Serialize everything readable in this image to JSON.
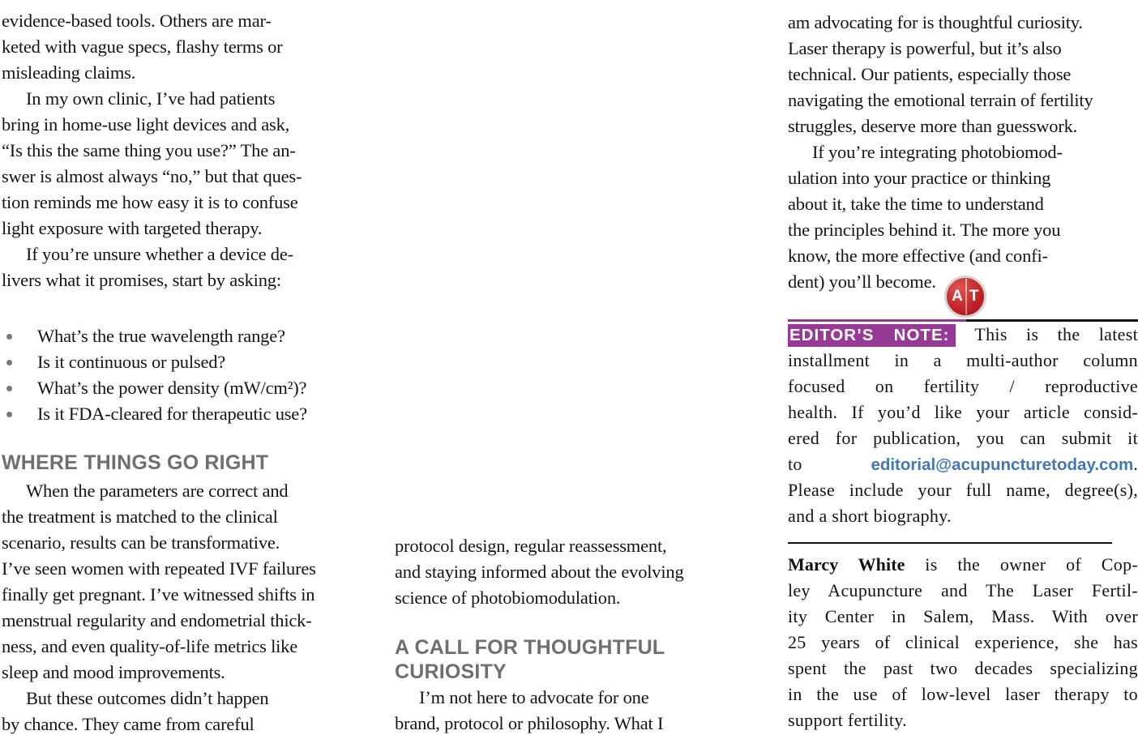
{
  "colors": {
    "accent_purple": "#963a96",
    "link_blue": "#4576b4",
    "logo_red": "#c2252b",
    "heading_gray": "#6e6f72",
    "body_text": "#141414"
  },
  "left_column": {
    "para1_lines": [
      "evidence-based tools. Others are mar-",
      "keted with vague specs, flashy terms or",
      "misleading claims."
    ],
    "para2_lines": [
      "In my own clinic, I’ve had patients",
      "bring in home-use light devices and ask,",
      "“Is this the same thing you use?” The an-",
      "swer is almost always “no,” but that ques-",
      "tion reminds me how easy it is to confuse",
      "light exposure with targeted therapy."
    ],
    "para3_lines": [
      "If you’re unsure whether a device de-",
      "livers what it promises, start by asking:"
    ],
    "bullets": [
      "What’s the true wavelength range?",
      "Is it continuous or pulsed?",
      "What’s the power density (mW/cm²)?",
      "Is it FDA-cleared for therapeutic use?"
    ],
    "heading": "WHERE THINGS GO RIGHT",
    "para4_lines": [
      "When the parameters are correct and",
      "the treatment is matched to the clinical",
      "scenario, results can be transformative.",
      "I’ve seen women with repeated IVF failures",
      "finally get pregnant. I’ve witnessed shifts in",
      "menstrual regularity and endometrial thick-",
      "ness, and even quality-of-life metrics like",
      "sleep and mood improvements."
    ],
    "para5_lines": [
      "But these outcomes didn’t happen",
      "by chance. They came from careful"
    ]
  },
  "middle_column": {
    "para1_lines": [
      "protocol design, regular reassessment,",
      "and staying informed about the evolving",
      "science of photobiomodulation."
    ],
    "heading_lines": [
      "A CALL FOR THOUGHTFUL",
      "CURIOSITY"
    ],
    "para2_lines": [
      "I’m not here to advocate for one",
      "brand, protocol or philosophy. What I"
    ]
  },
  "right_column": {
    "para1_lines": [
      "am advocating for is thoughtful curiosity.",
      "Laser therapy is powerful, but it’s also",
      "technical. Our patients, especially those",
      "navigating the emotional terrain of fertility",
      "struggles, deserve more than guesswork."
    ],
    "para2_lines": [
      "If you’re integrating photobiomod-",
      "ulation into your practice or thinking",
      "about it, take the time to understand",
      "the principles behind it. The more you",
      "know, the more effective (and confi-"
    ],
    "para2_last_line": "dent) you’ll become.",
    "logo": {
      "letter_a": "A",
      "letter_t": "T"
    },
    "editor_note": {
      "label": "EDITOR’S NOTE:",
      "line1_rest": "This is the latest",
      "lines": [
        "installment in a multi-author column",
        "focused on fertility / reproductive",
        "health. If you’d like your article consid-",
        "ered for publication, you can submit it"
      ],
      "email_prefix": "to",
      "email": "editorial@acupuncturetoday.com",
      "email_suffix": ".",
      "line7": "Please include your full name, degree(s),",
      "line8": "and a short biography."
    },
    "bio": {
      "name": "Marcy White",
      "line1_rest": "is the owner of Cop-",
      "lines": [
        "ley Acupuncture and The Laser Fertil-",
        "ity Center in Salem, Mass. With over",
        "25 years of clinical experience, she has",
        "spent the past two decades specializing",
        "in the use of low-level laser therapy to"
      ],
      "last_line": "support fertility."
    }
  }
}
